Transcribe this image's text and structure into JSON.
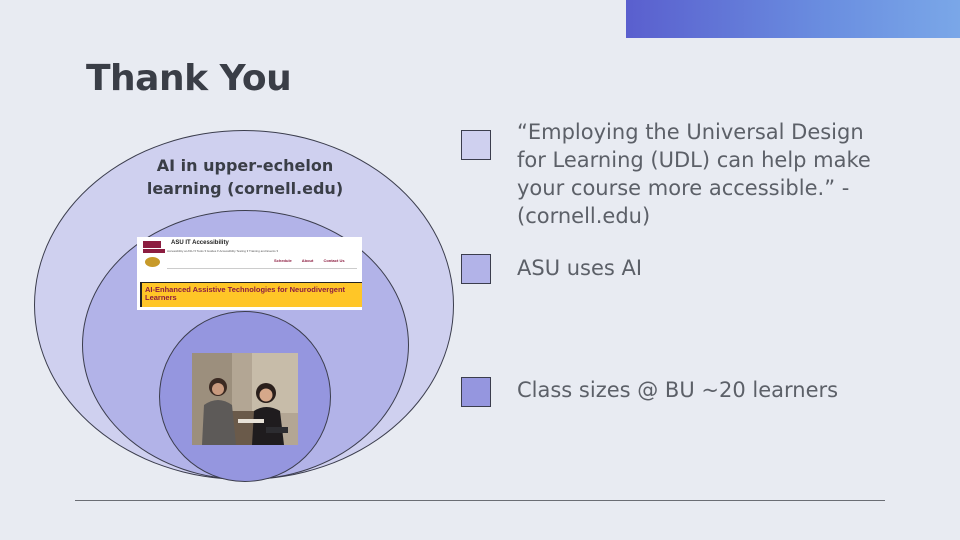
{
  "slide": {
    "title": "Thank You",
    "accent_gradient": [
      "#5a5fce",
      "#7aa7e8"
    ]
  },
  "venn": {
    "label": "AI in upper-echelon learning (cornell.edu)",
    "screenshot": {
      "site_title": "ASU IT Accessibility",
      "nav_text": "Accessibility at ASU ▾   Tools ▾   Guides ▾   Accessibility Testing ▾   Training and Events ▾",
      "links": [
        "Schedule",
        "About",
        "Contact Us"
      ],
      "banner": "AI-Enhanced Assistive Technologies for Neurodivergent Learners"
    },
    "colors": [
      "#cfd0ef",
      "#b2b3e8",
      "#9596df"
    ]
  },
  "list": [
    {
      "text": "“Employing the Universal Design for Learning (UDL) can help make your course more accessible.” - (cornell.edu)",
      "color": "#cfd0ef"
    },
    {
      "text": "ASU uses AI",
      "color": "#b2b3e8"
    },
    {
      "text": "Class sizes @ BU ~20 learners",
      "color": "#9596df"
    }
  ]
}
